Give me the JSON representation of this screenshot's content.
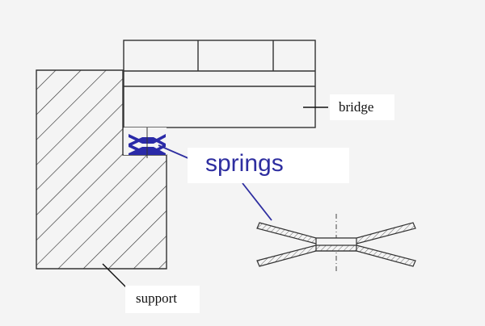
{
  "labels": {
    "bridge": "bridge",
    "springs": "springs",
    "support": "support"
  },
  "colors": {
    "background": "#f4f4f4",
    "line": "#333333",
    "spring_fill": "#2a2aa8",
    "springs_text": "#2e2ea0",
    "label_box": "#ffffff"
  }
}
